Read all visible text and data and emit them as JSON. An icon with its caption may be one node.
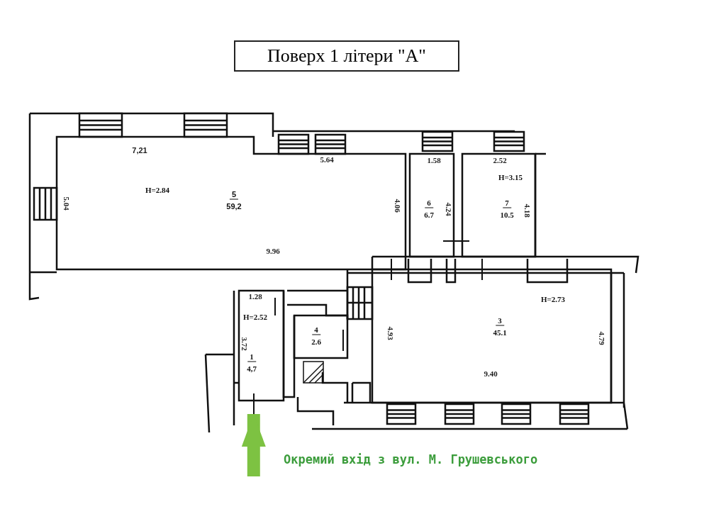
{
  "diagram": {
    "title": "Поверх 1 літери \"А\"",
    "nodes": [
      {
        "text": [
          "H=2.84",
          "5",
          "59,2"
        ]
      },
      {
        "text": [
          "6",
          "6.7"
        ]
      },
      {
        "text": [
          "H=3.15",
          "7",
          "10.5"
        ]
      },
      {
        "text": [
          "H=2.73",
          "3",
          "45.1"
        ]
      },
      {
        "text": [
          "H=2.52",
          "1",
          "4,7"
        ]
      },
      {
        "text": [
          "4",
          "2.6"
        ]
      }
    ],
    "edges": [
      {
        "from": null,
        "to": 4,
        "arrow": "to"
      }
    ],
    "labels": [
      "7,21",
      "5.64",
      "1.58",
      "2.52",
      "5.04",
      "4.06",
      "4.24",
      "4.18",
      "9.96",
      "1.28",
      "3.72",
      "4.93",
      "4.79",
      "9.40",
      "Окремий вхід з вул. М. Грушевського"
    ]
  }
}
